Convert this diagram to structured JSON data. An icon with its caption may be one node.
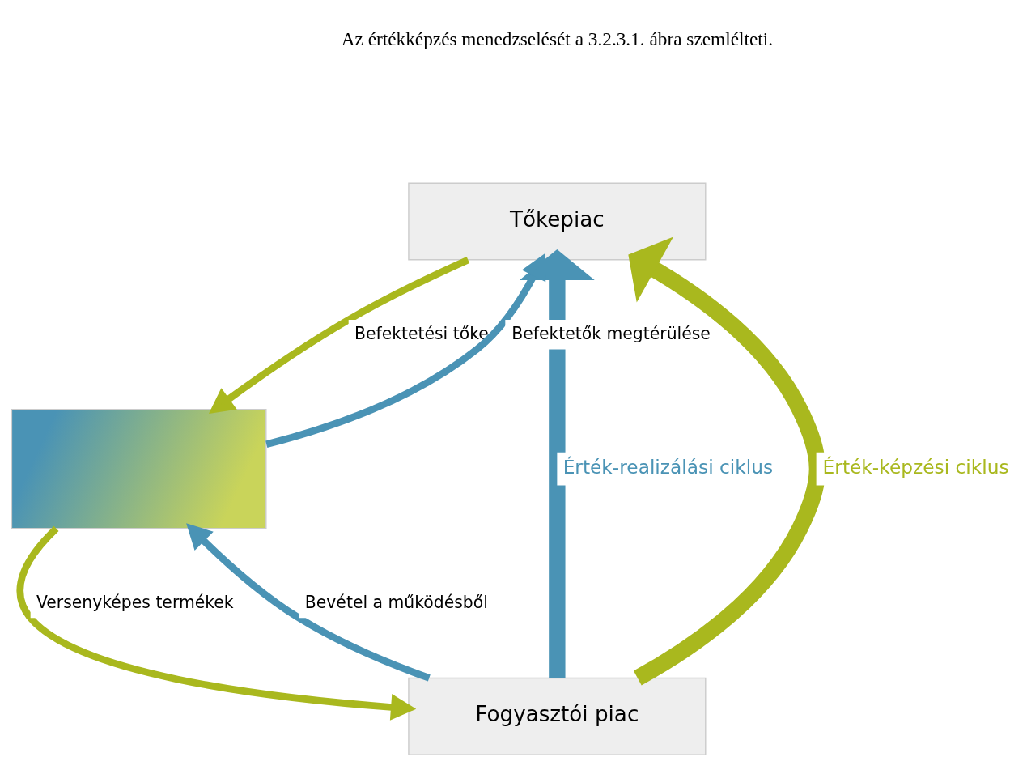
{
  "diagram": {
    "nodes": [
      {
        "text": [
          "Tőkepiac"
        ]
      },
      {
        "text": [],
        "shape": "box"
      },
      {
        "text": [
          "Fogyasztói piac"
        ]
      }
    ],
    "edges": [
      {
        "from": 1,
        "to": 0,
        "arrow": "to",
        "label": "Befektetők megtérülése",
        "color": "#4a93b5"
      },
      {
        "from": 0,
        "to": 1,
        "arrow": "to",
        "label": "Befektetési tőke",
        "color": "#a9b81e"
      },
      {
        "from": 2,
        "to": 1,
        "arrow": "to",
        "label": "Bevétel a működésből",
        "color": "#4a93b5"
      },
      {
        "from": 1,
        "to": 2,
        "arrow": "to",
        "label": "Versenyképes termékek",
        "color": "#a9b81e"
      },
      {
        "from": 2,
        "to": 0,
        "arrow": "to",
        "label": "Érték-realizálási ciklus",
        "style": "thick",
        "color": "#4a93b5"
      },
      {
        "from": 2,
        "to": 0,
        "arrow": "to",
        "label": "Érték-képzési ciklus",
        "style": "thick",
        "color": "#a9b81e"
      }
    ],
    "labels": [
      "Az értékképzés menedzselését a 3.2.3.1. ábra szemlélteti."
    ]
  }
}
